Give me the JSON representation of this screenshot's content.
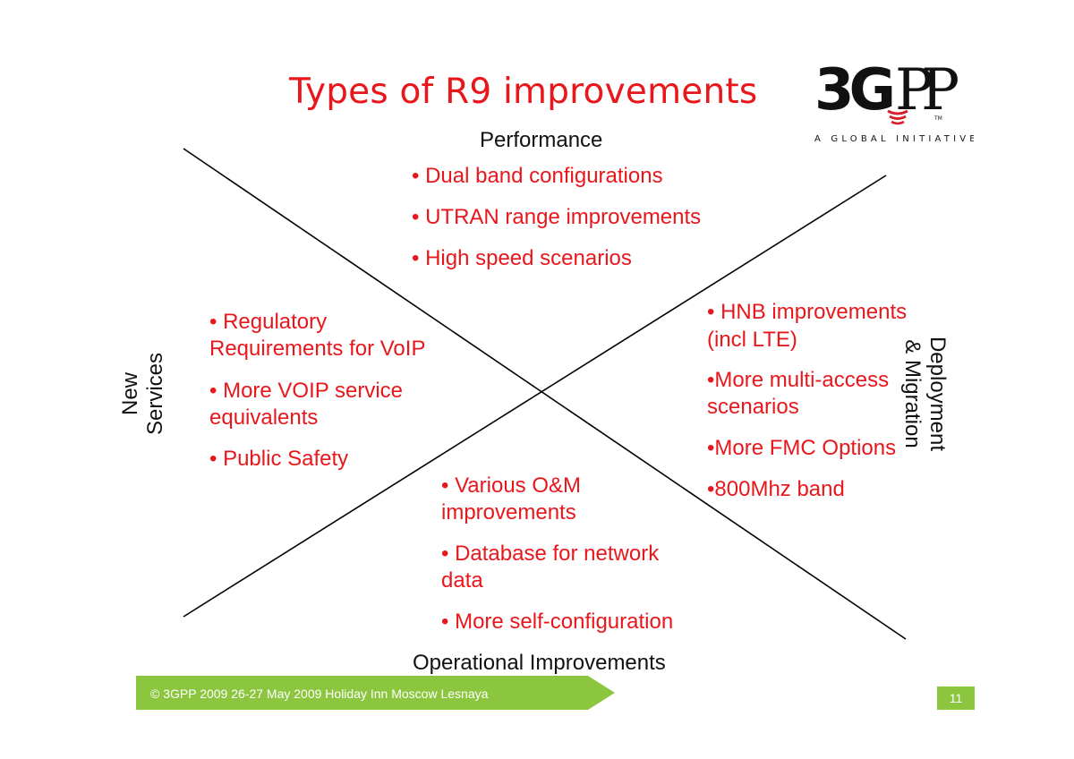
{
  "title": "Types of R9 improvements",
  "logo": {
    "text": "3GPP",
    "tagline": "A GLOBAL INITIATIVE",
    "tm": "TM"
  },
  "axes": {
    "top": "Performance",
    "bottom": "Operational Improvements",
    "left": [
      "New",
      "Services"
    ],
    "right": [
      "Deployment",
      "& Migration"
    ]
  },
  "quadrants": {
    "performance": [
      "• Dual band configurations",
      "• UTRAN range improvements",
      "• High speed scenarios"
    ],
    "new_services": [
      "• Regulatory",
      "Requirements for VoIP",
      "• More VOIP service",
      "equivalents",
      "• Public Safety"
    ],
    "deployment": [
      "• HNB improvements",
      "(incl LTE)",
      "•More multi-access",
      "scenarios",
      "•More FMC Options",
      "•800Mhz band"
    ],
    "operational": [
      "• Various O&M",
      "improvements",
      "• Database for network",
      "data",
      "• More self-configuration"
    ]
  },
  "footer": {
    "text": "© 3GPP 2009     26-27 May 2009 Holiday Inn Moscow Lesnaya",
    "page_number": "11"
  },
  "colors": {
    "accent": "#e8171c",
    "footer_green": "#8cc63f",
    "logo_red": "#d6212a"
  }
}
